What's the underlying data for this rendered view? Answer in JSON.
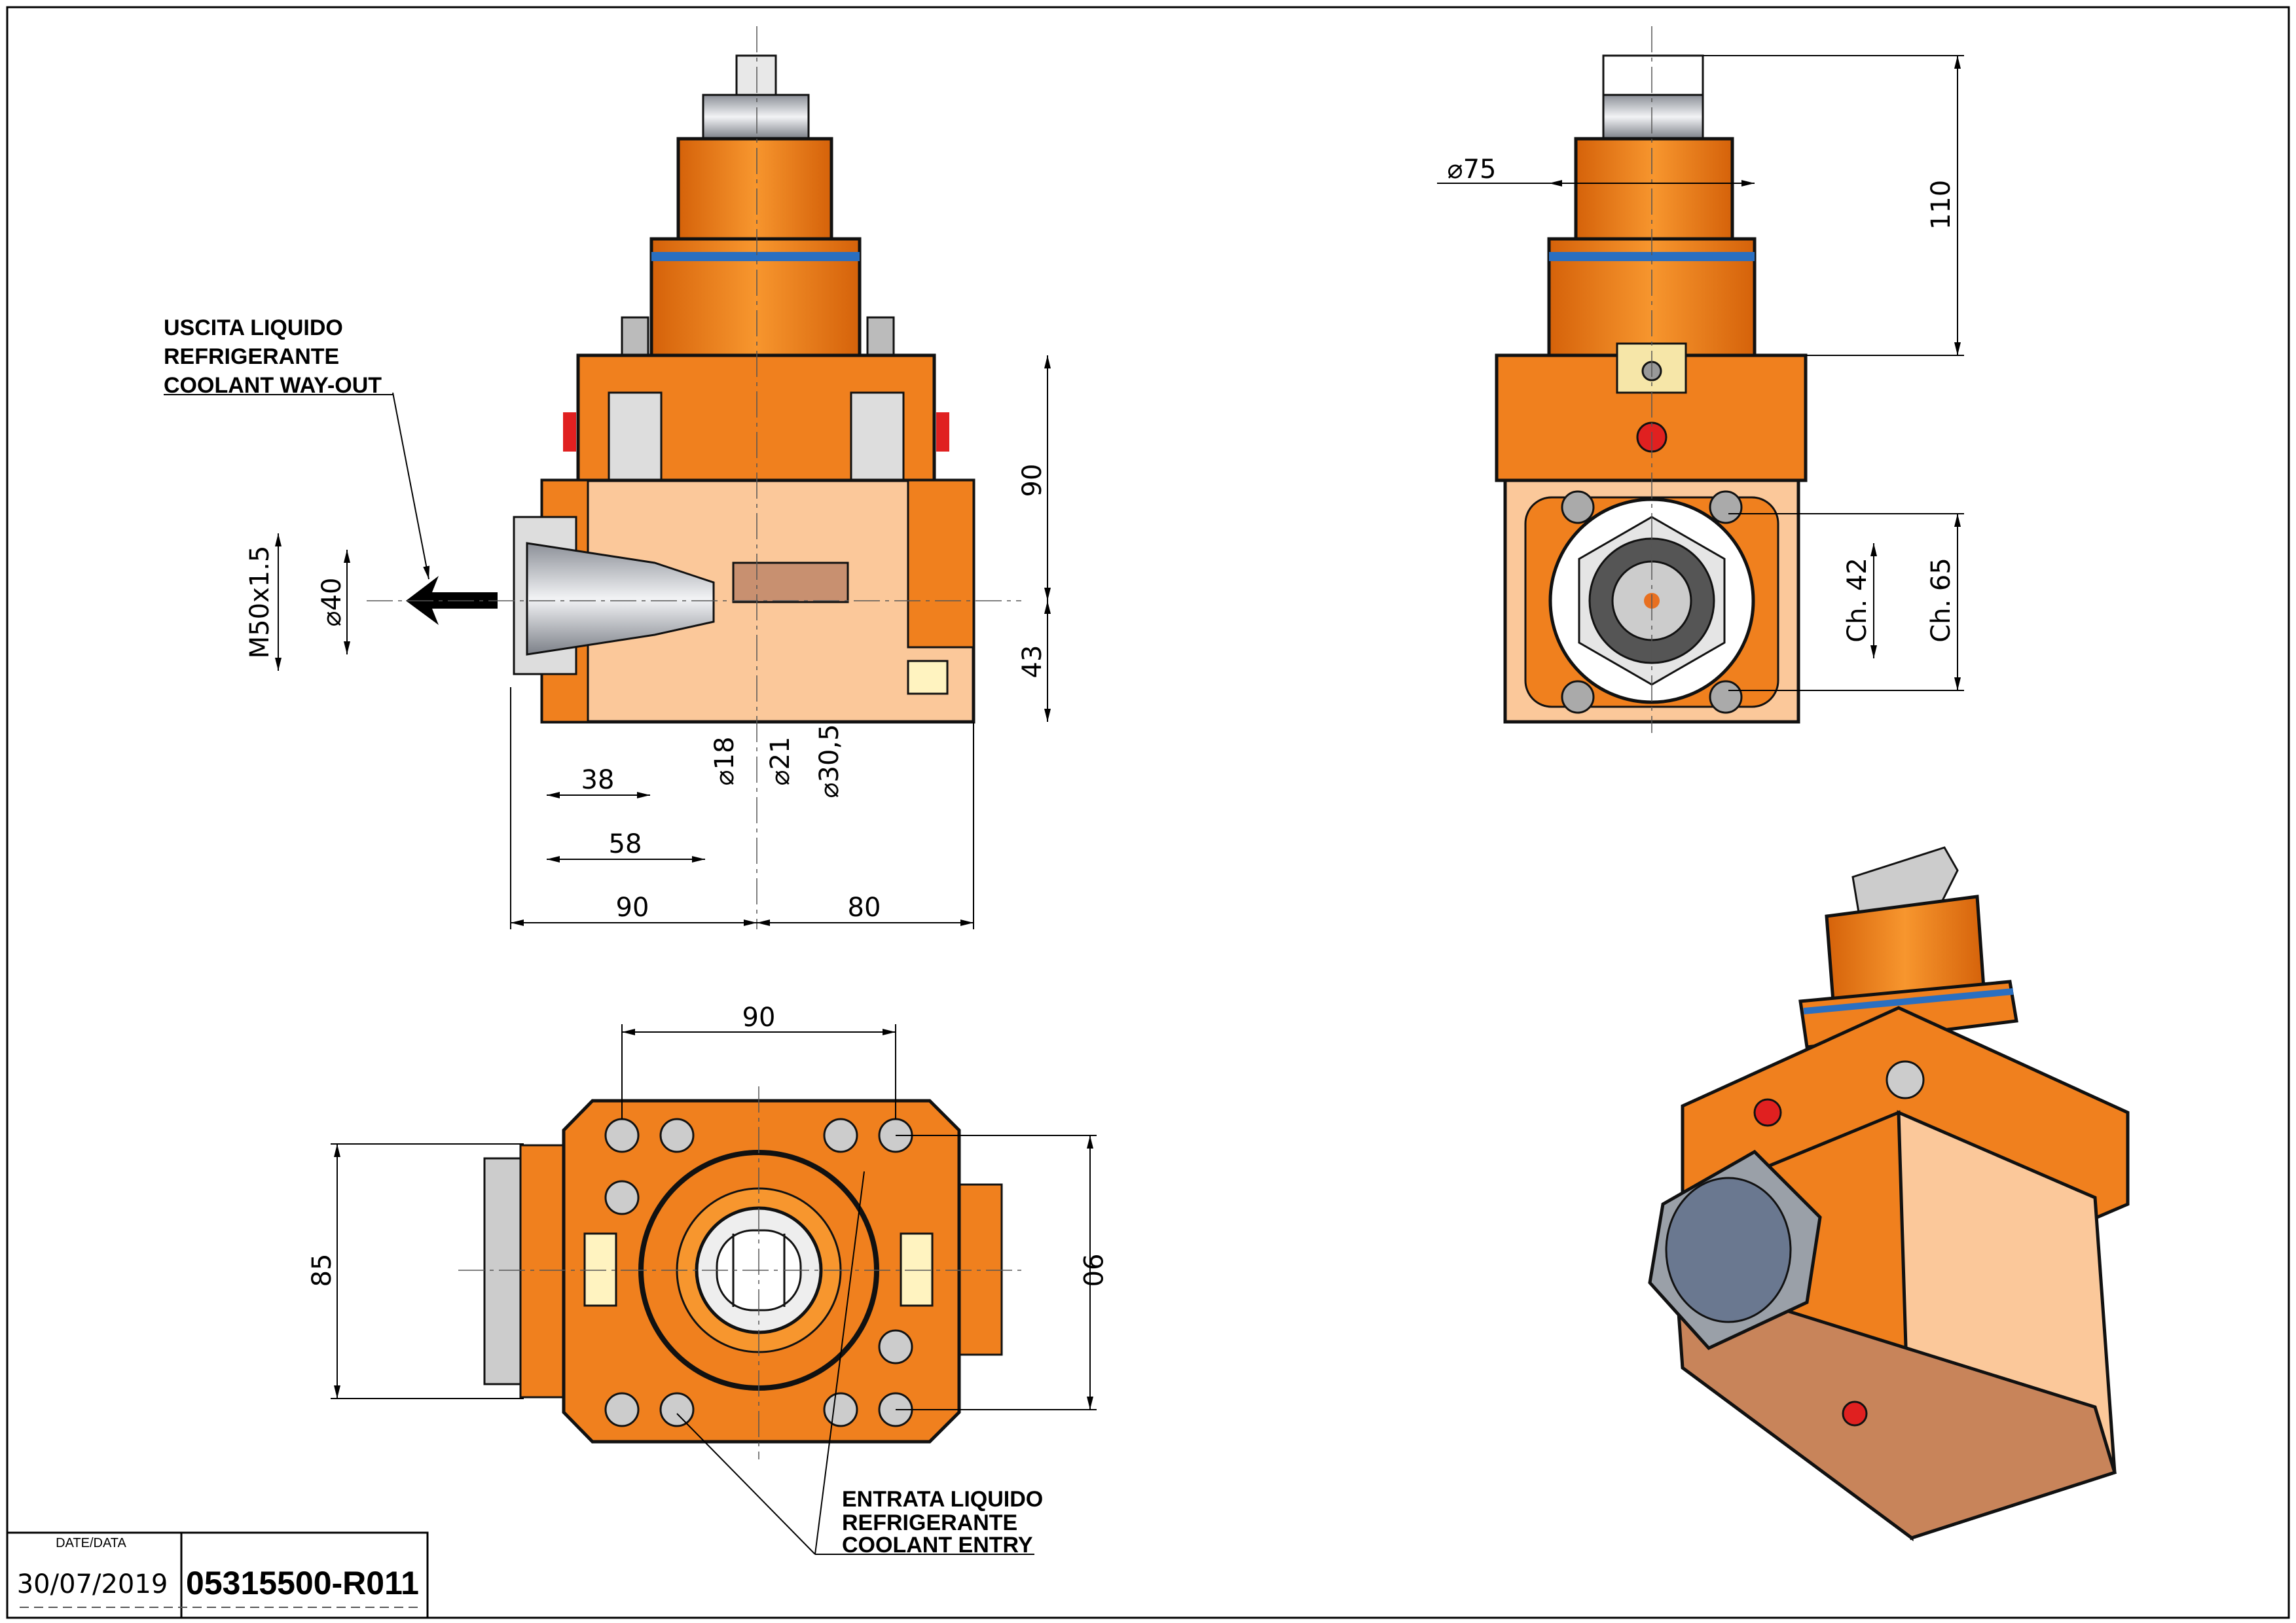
{
  "colors": {
    "orange": "#f0801e",
    "dark_orange": "#c85f0a",
    "light": "#fbc89a",
    "pale": "#fde0c5",
    "steel": "#b8bcc4",
    "blue": "#2a6fc0",
    "red": "#e02020"
  },
  "front_view": {
    "note": [
      "USCITA LIQUIDO",
      "REFRIGERANTE",
      "COOLANT WAY-OUT"
    ],
    "dims": {
      "thread": "M50x1.5",
      "d40": "⌀40",
      "h90": "90",
      "h43": "43",
      "d18": "⌀18",
      "d21": "⌀21",
      "d30_5": "⌀30,5",
      "l38": "38",
      "l58": "58",
      "w90": "90",
      "w80": "80"
    }
  },
  "side_view": {
    "dims": {
      "d75": "⌀75",
      "h110": "110",
      "ch42": "Ch. 42",
      "ch65": "Ch. 65"
    }
  },
  "bottom_view": {
    "note": [
      "ENTRATA LIQUIDO",
      "REFRIGERANTE",
      "COOLANT ENTRY"
    ],
    "dims": {
      "w90": "90",
      "h85": "85",
      "h90": "90"
    }
  },
  "title_block": {
    "date_label": "DATE/DATA",
    "date": "30/07/2019",
    "part_number": "05315500-R011"
  }
}
